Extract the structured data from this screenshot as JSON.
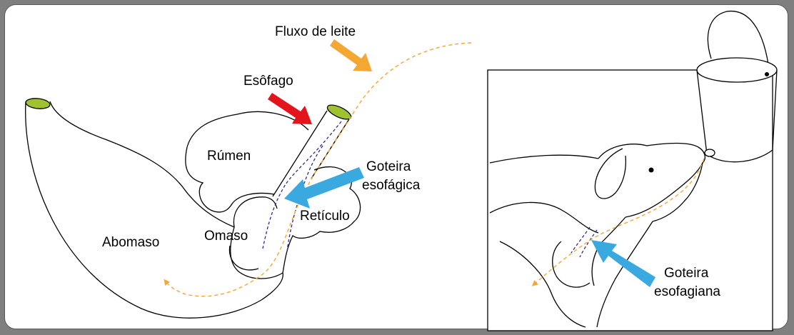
{
  "labels": {
    "milk_flow": "Fluxo de leite",
    "esophagus": "Esôfago",
    "rumen": "Rúmen",
    "groove_line1": "Goteira",
    "groove_line2": "esofágica",
    "reticulum": "Retículo",
    "omasum": "Omaso",
    "abomasum": "Abomaso",
    "groove_calf_line1": "Goteira",
    "groove_calf_line2": "esofagiana"
  },
  "colors": {
    "background": "#7f7f7f",
    "panel": "#ffffff",
    "milk_flow_arrow": "#f5a733",
    "esophagus_arrow": "#e3141c",
    "groove_arrow": "#3aa9e0",
    "esophagus_opening": "#9fc22e",
    "milk_path": "#f5a733",
    "groove_outline": "#2b2b8c"
  }
}
